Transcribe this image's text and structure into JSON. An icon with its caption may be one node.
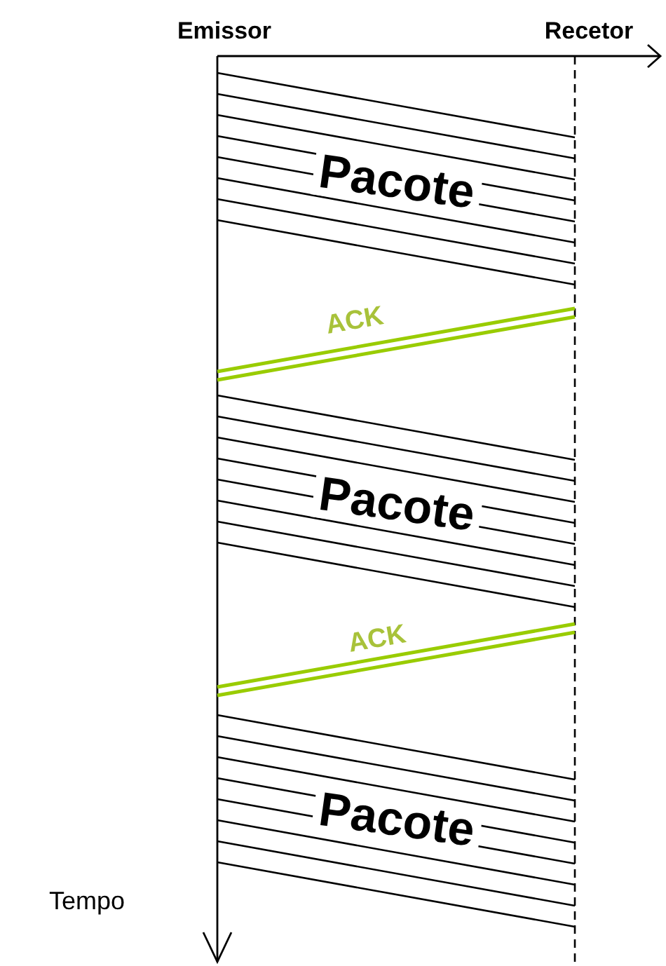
{
  "diagram": {
    "labels": [
      "Emissor",
      "Recetor",
      "Pacote",
      "ACK",
      "Pacote",
      "ACK",
      "Pacote",
      "Tempo"
    ]
  }
}
